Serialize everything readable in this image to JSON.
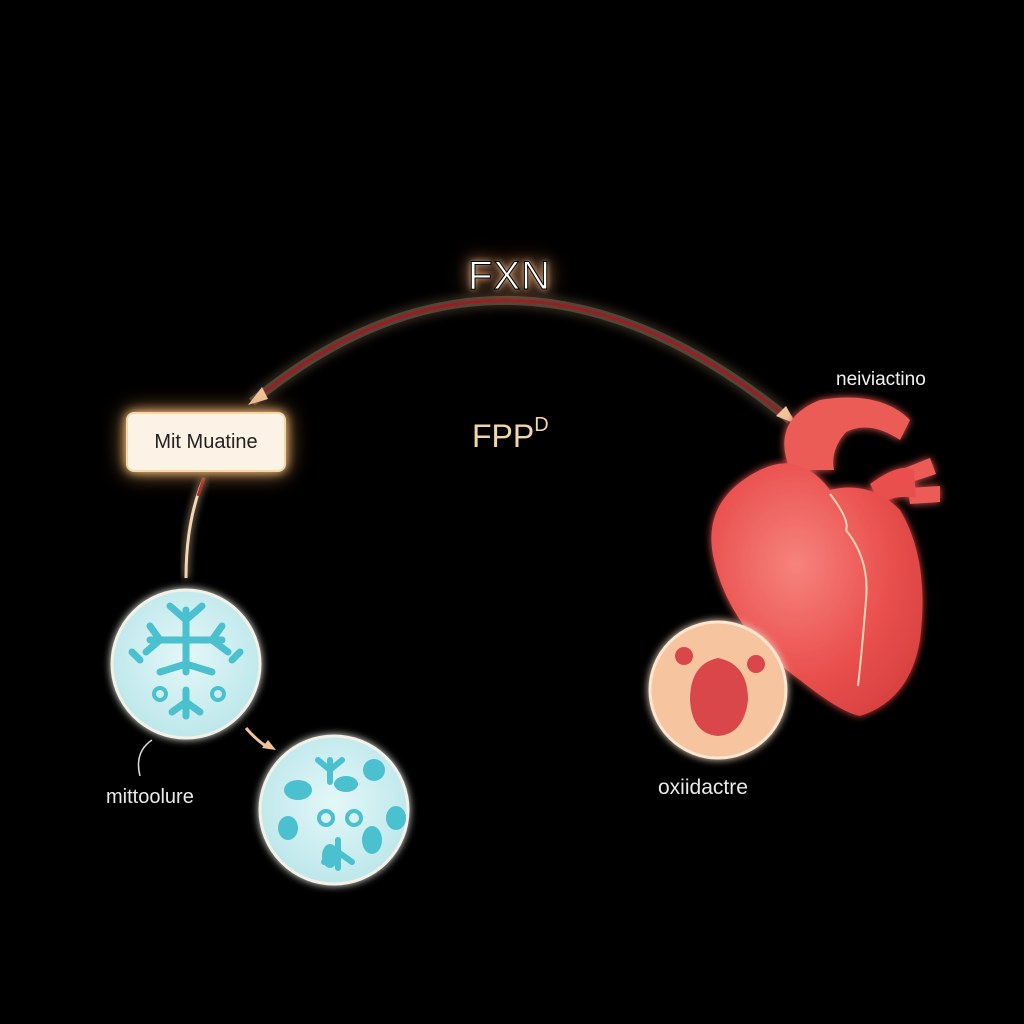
{
  "labels": {
    "top": "FXN",
    "center_main": "FPP",
    "center_sup": "D",
    "mutation_box": "Mit Muatine",
    "heart": "neiviactino",
    "mitochondria": "mittoolure",
    "oxidative": "oxiidactre"
  },
  "colors": {
    "background": "#000000",
    "arc_stroke": "#9c1c24",
    "arc_glow": "#f4c79a",
    "cell_fill": "#cfeff2",
    "cell_pattern": "#4cc0cf",
    "heart_fill": "#e9504f",
    "oxidative_fill": "#f6c5a0",
    "oxidative_core": "#d9464b"
  },
  "icons": [
    "mitochondria-cell-icon",
    "damaged-mitochondria-icon",
    "heart-icon",
    "oxidative-stress-cell-icon"
  ]
}
